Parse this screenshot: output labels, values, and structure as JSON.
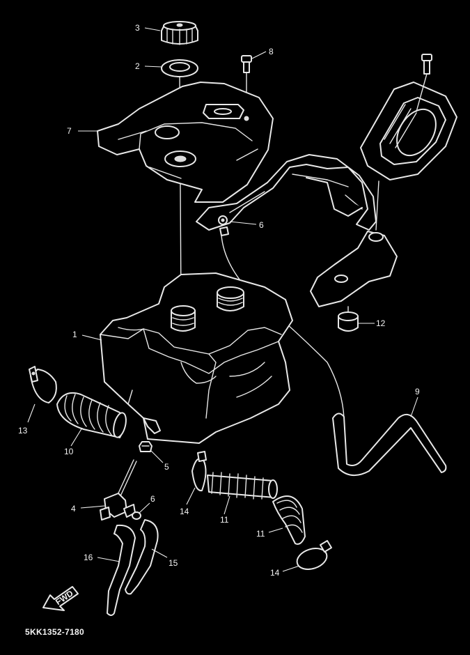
{
  "diagram": {
    "code": "5KK1352-7180",
    "fwd_marker": "FWD",
    "callouts": {
      "c1": "1",
      "c2": "2",
      "c3": "3",
      "c4": "4",
      "c5": "5",
      "c6a": "6",
      "c6b": "6",
      "c7": "7",
      "c8": "8",
      "c9": "9",
      "c10": "10",
      "c11a": "11",
      "c11b": "11",
      "c12": "12",
      "c13": "13",
      "c14a": "14",
      "c14b": "14",
      "c15": "15",
      "c16": "16"
    }
  }
}
